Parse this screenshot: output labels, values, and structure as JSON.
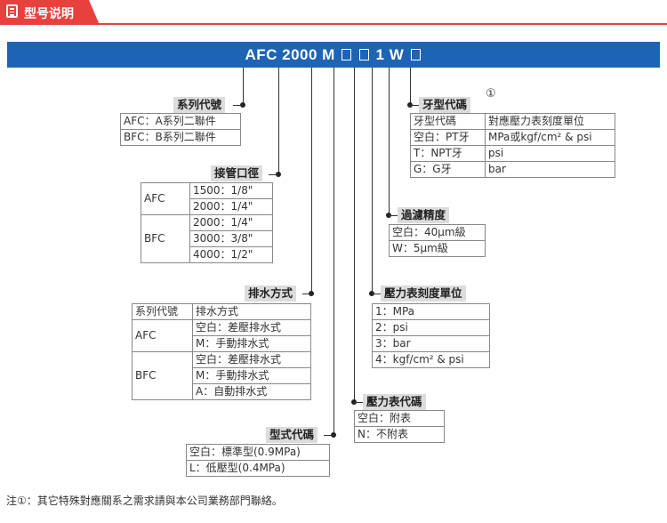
{
  "header": {
    "title": "型号说明",
    "accent_color": "#e8403d",
    "icon": "document-icon"
  },
  "banner": {
    "prefix": "AFC 2000 M",
    "mid": "1 W",
    "bg_color": "#1e64b4"
  },
  "series": {
    "label": "系列代號",
    "rows": [
      "AFC：A系列二聯件",
      "BFC：B系列二聯件"
    ]
  },
  "port": {
    "label": "接管口徑",
    "groups": [
      {
        "name": "AFC",
        "sizes": [
          "1500：1/8\"",
          "2000：1/4\""
        ]
      },
      {
        "name": "BFC",
        "sizes": [
          "2000：1/4\"",
          "3000：3/8\"",
          "4000：1/2\""
        ]
      }
    ]
  },
  "drain": {
    "label": "排水方式",
    "head": [
      "系列代號",
      "排水方式"
    ],
    "groups": [
      {
        "name": "AFC",
        "options": [
          "空白：差壓排水式",
          "M：手動排水式"
        ]
      },
      {
        "name": "BFC",
        "options": [
          "空白：差壓排水式",
          "M：手動排水式",
          "A：自動排水式"
        ]
      }
    ]
  },
  "model": {
    "label": "型式代碼",
    "rows": [
      "空白：標準型(0.9MPa)",
      "L：低壓型(0.4MPa)"
    ]
  },
  "thread": {
    "label": "牙型代碼",
    "mark": "①",
    "rows": [
      [
        "牙型代碼",
        "對應壓力表刻度單位"
      ],
      [
        "空白：PT牙",
        "MPa或kgf/cm² & psi"
      ],
      [
        "T：NPT牙",
        "psi"
      ],
      [
        "G：G牙",
        "bar"
      ]
    ]
  },
  "filter": {
    "label": "過濾精度",
    "rows": [
      "空白：40μm級",
      "W：5μm級"
    ]
  },
  "gauge_unit": {
    "label": "壓力表刻度單位",
    "rows": [
      "1：MPa",
      "2：psi",
      "3：bar",
      "4：kgf/cm² & psi"
    ]
  },
  "gauge_code": {
    "label": "壓力表代碼",
    "rows": [
      "空白：附表",
      "N：不附表"
    ]
  },
  "note": "注①：其它特殊對應關系之需求請與本公司業務部門聯絡。"
}
